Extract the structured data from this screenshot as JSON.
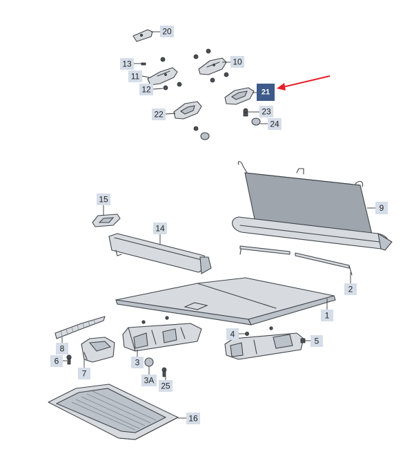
{
  "diagram": {
    "highlighted_part": "21",
    "callouts": [
      {
        "id": "c20",
        "label": "20"
      },
      {
        "id": "c13",
        "label": "13"
      },
      {
        "id": "c10",
        "label": "10"
      },
      {
        "id": "c11",
        "label": "11"
      },
      {
        "id": "c12",
        "label": "12"
      },
      {
        "id": "c21",
        "label": "21",
        "highlighted": true
      },
      {
        "id": "c22",
        "label": "22"
      },
      {
        "id": "c23",
        "label": "23"
      },
      {
        "id": "c24",
        "label": "24"
      },
      {
        "id": "c9",
        "label": "9"
      },
      {
        "id": "c15",
        "label": "15"
      },
      {
        "id": "c14",
        "label": "14"
      },
      {
        "id": "c2",
        "label": "2"
      },
      {
        "id": "c1",
        "label": "1"
      },
      {
        "id": "c4",
        "label": "4"
      },
      {
        "id": "c5",
        "label": "5"
      },
      {
        "id": "c8",
        "label": "8"
      },
      {
        "id": "c6",
        "label": "6"
      },
      {
        "id": "c7",
        "label": "7"
      },
      {
        "id": "c3",
        "label": "3"
      },
      {
        "id": "c3a",
        "label": "3A"
      },
      {
        "id": "c25",
        "label": "25"
      },
      {
        "id": "c16",
        "label": "16"
      }
    ],
    "colors": {
      "label_box": "#d5dde8",
      "highlight_box": "#3d5a8a",
      "arrow": "#e3202a"
    }
  }
}
